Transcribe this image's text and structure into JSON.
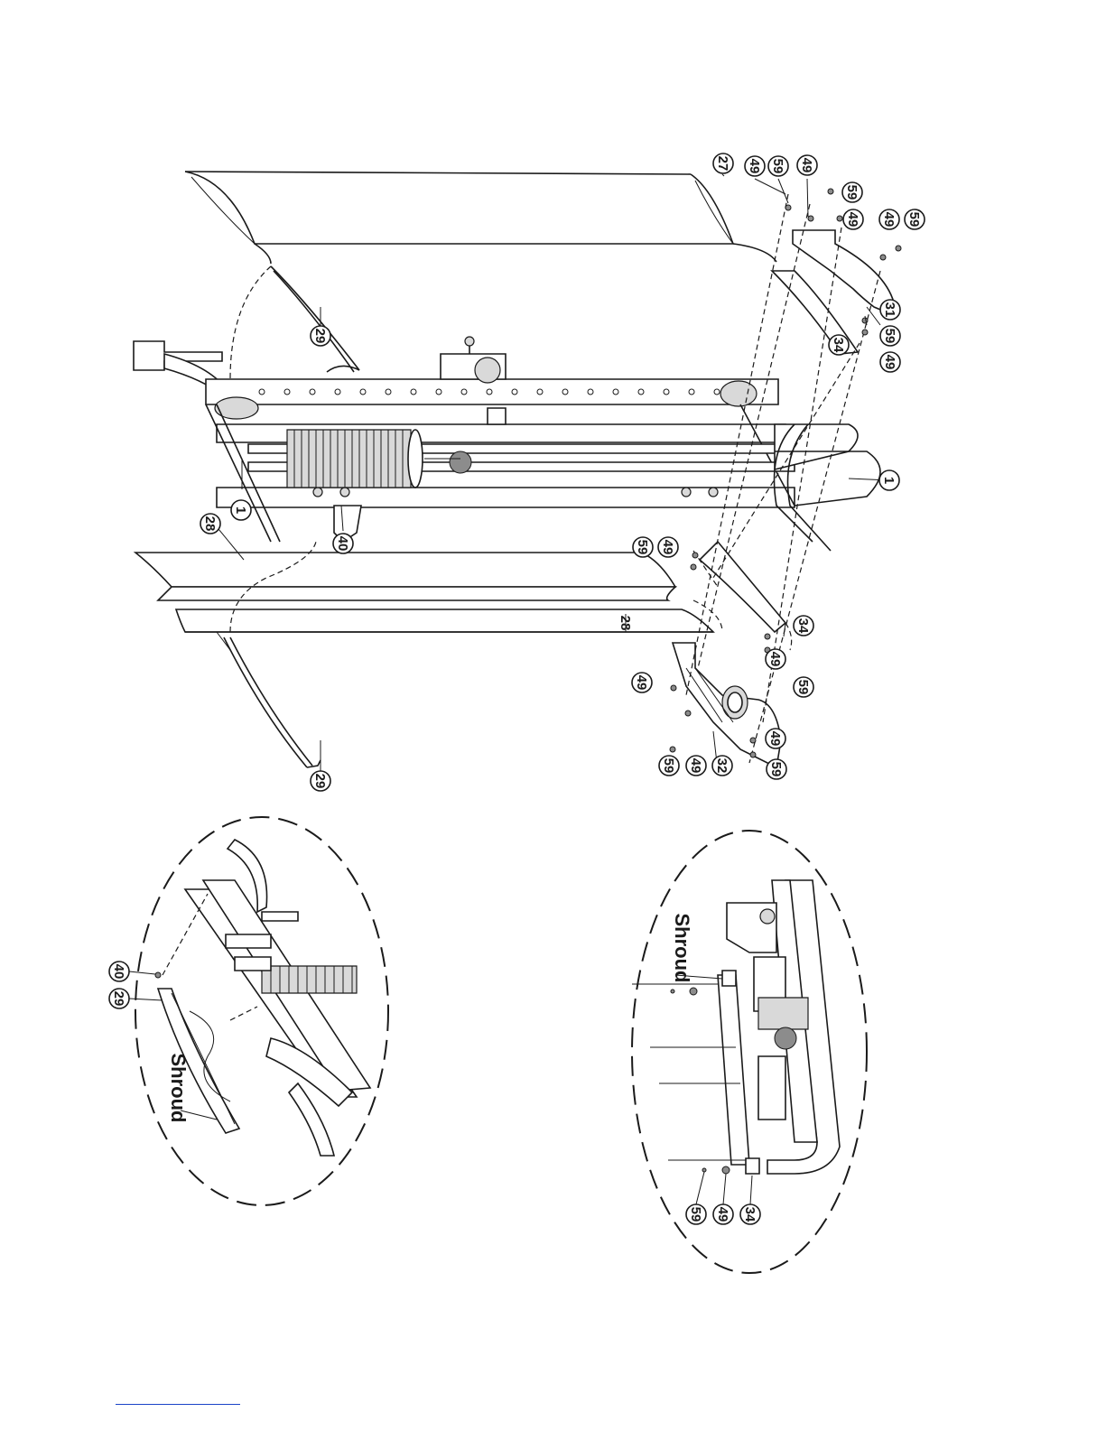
{
  "diagram": {
    "callouts": {
      "c27": "27",
      "c49a": "49",
      "c59a": "59",
      "c49b": "49",
      "c59b": "59",
      "c49c": "49",
      "c49d": "49",
      "c59c": "59",
      "c31": "31",
      "c59d": "59",
      "c49e": "49",
      "c34a": "34",
      "c29a": "29",
      "c1a": "1",
      "c28a": "28",
      "c40a": "40",
      "c1b": "1",
      "c59e": "59",
      "c49f": "49",
      "c34b": "34",
      "c28b": "28",
      "c49g": "49",
      "c59f": "59",
      "c29b": "29",
      "c49h": "49",
      "c59g": "59",
      "c49i": "49",
      "c32": "32",
      "c49j": "49",
      "c59h": "59",
      "c40b": "40",
      "c29c": "29",
      "c59i": "59",
      "c49k": "49",
      "c34c": "34"
    },
    "labels": {
      "shroud_left": "Shroud",
      "shroud_right": "Shroud"
    },
    "colors": {
      "line": "#1a1a1a",
      "footer_rule": "#1a44c8"
    }
  }
}
